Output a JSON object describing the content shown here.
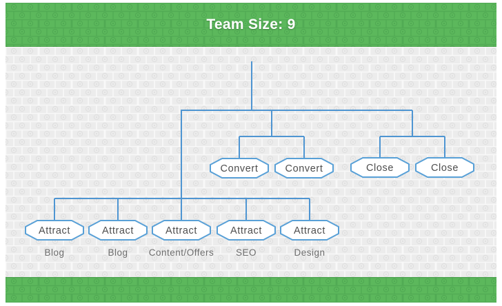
{
  "header": {
    "title": "Team Size: 9"
  },
  "palette": {
    "banner_green": "#5cb85c",
    "banner_pattern_line": "#51ab54",
    "canvas_gray": "#ececec",
    "canvas_pattern_line": "#f8f8f8",
    "canvas_pattern_ring": "#dfdfdf",
    "connector_blue": "#4e95d2",
    "node_border_blue": "#58a0d7",
    "node_fill": "#ffffff",
    "node_text": "#4d4d4d",
    "sublabel_text": "#6d6d6d"
  },
  "diagram": {
    "groups": [
      {
        "name": "convert",
        "nodes": [
          {
            "label": "Convert",
            "sublabel": ""
          },
          {
            "label": "Convert",
            "sublabel": ""
          }
        ]
      },
      {
        "name": "close",
        "nodes": [
          {
            "label": "Close",
            "sublabel": ""
          },
          {
            "label": "Close",
            "sublabel": ""
          }
        ]
      },
      {
        "name": "attract",
        "nodes": [
          {
            "label": "Attract",
            "sublabel": "Blog"
          },
          {
            "label": "Attract",
            "sublabel": "Blog"
          },
          {
            "label": "Attract",
            "sublabel": "Content/Offers"
          },
          {
            "label": "Attract",
            "sublabel": "SEO"
          },
          {
            "label": "Attract",
            "sublabel": "Design"
          }
        ]
      }
    ]
  }
}
